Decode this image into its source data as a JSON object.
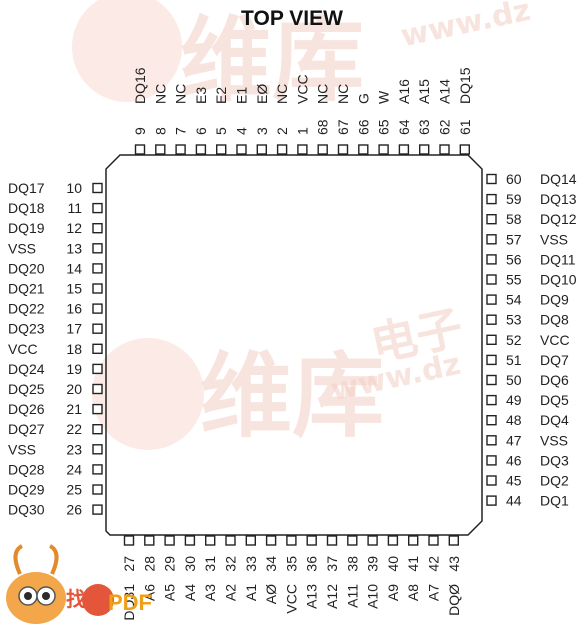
{
  "title": "TOP VIEW",
  "top_pins": [
    {
      "num": "9",
      "name": "DQ16"
    },
    {
      "num": "8",
      "name": "NC"
    },
    {
      "num": "7",
      "name": "NC"
    },
    {
      "num": "6",
      "name": "E3",
      "overline": true
    },
    {
      "num": "5",
      "name": "E2",
      "overline": true
    },
    {
      "num": "4",
      "name": "E1",
      "overline": true
    },
    {
      "num": "3",
      "name": "EØ",
      "overline": true
    },
    {
      "num": "2",
      "name": "NC"
    },
    {
      "num": "1",
      "name": "VCC"
    },
    {
      "num": "68",
      "name": "NC"
    },
    {
      "num": "67",
      "name": "NC"
    },
    {
      "num": "66",
      "name": "G",
      "overline": true
    },
    {
      "num": "65",
      "name": "W",
      "overline": true
    },
    {
      "num": "64",
      "name": "A16"
    },
    {
      "num": "63",
      "name": "A15"
    },
    {
      "num": "62",
      "name": "A14"
    },
    {
      "num": "61",
      "name": "DQ15"
    }
  ],
  "left_pins": [
    {
      "num": "10",
      "name": "DQ17"
    },
    {
      "num": "11",
      "name": "DQ18"
    },
    {
      "num": "12",
      "name": "DQ19"
    },
    {
      "num": "13",
      "name": "VSS"
    },
    {
      "num": "14",
      "name": "DQ20"
    },
    {
      "num": "15",
      "name": "DQ21"
    },
    {
      "num": "16",
      "name": "DQ22"
    },
    {
      "num": "17",
      "name": "DQ23"
    },
    {
      "num": "18",
      "name": "VCC"
    },
    {
      "num": "19",
      "name": "DQ24"
    },
    {
      "num": "20",
      "name": "DQ25"
    },
    {
      "num": "21",
      "name": "DQ26"
    },
    {
      "num": "22",
      "name": "DQ27"
    },
    {
      "num": "23",
      "name": "VSS"
    },
    {
      "num": "24",
      "name": "DQ28"
    },
    {
      "num": "25",
      "name": "DQ29"
    },
    {
      "num": "26",
      "name": "DQ30"
    }
  ],
  "right_pins": [
    {
      "num": "60",
      "name": "DQ14"
    },
    {
      "num": "59",
      "name": "DQ13"
    },
    {
      "num": "58",
      "name": "DQ12"
    },
    {
      "num": "57",
      "name": "VSS"
    },
    {
      "num": "56",
      "name": "DQ11"
    },
    {
      "num": "55",
      "name": "DQ10"
    },
    {
      "num": "54",
      "name": "DQ9"
    },
    {
      "num": "53",
      "name": "DQ8"
    },
    {
      "num": "52",
      "name": "VCC"
    },
    {
      "num": "51",
      "name": "DQ7"
    },
    {
      "num": "50",
      "name": "DQ6"
    },
    {
      "num": "49",
      "name": "DQ5"
    },
    {
      "num": "48",
      "name": "DQ4"
    },
    {
      "num": "47",
      "name": "VSS"
    },
    {
      "num": "46",
      "name": "DQ3"
    },
    {
      "num": "45",
      "name": "DQ2"
    },
    {
      "num": "44",
      "name": "DQ1"
    }
  ],
  "bottom_pins": [
    {
      "num": "27",
      "name": "DQ31"
    },
    {
      "num": "28",
      "name": "A6"
    },
    {
      "num": "29",
      "name": "A5"
    },
    {
      "num": "30",
      "name": "A4"
    },
    {
      "num": "31",
      "name": "A3"
    },
    {
      "num": "32",
      "name": "A2"
    },
    {
      "num": "33",
      "name": "A1"
    },
    {
      "num": "34",
      "name": "AØ"
    },
    {
      "num": "35",
      "name": "VCC"
    },
    {
      "num": "36",
      "name": "A13"
    },
    {
      "num": "37",
      "name": "A12"
    },
    {
      "num": "38",
      "name": "A11"
    },
    {
      "num": "39",
      "name": "A10"
    },
    {
      "num": "40",
      "name": "A9"
    },
    {
      "num": "41",
      "name": "A8"
    },
    {
      "num": "42",
      "name": "A7"
    },
    {
      "num": "43",
      "name": "DQØ"
    }
  ],
  "watermark": {
    "chars_1": "维库",
    "chars_2": "电子",
    "url": "www.dz",
    "logo_chars": "找",
    "logo_text": "PDF"
  },
  "colors": {
    "line": "#222222",
    "watermark": "#f3cfc4"
  }
}
